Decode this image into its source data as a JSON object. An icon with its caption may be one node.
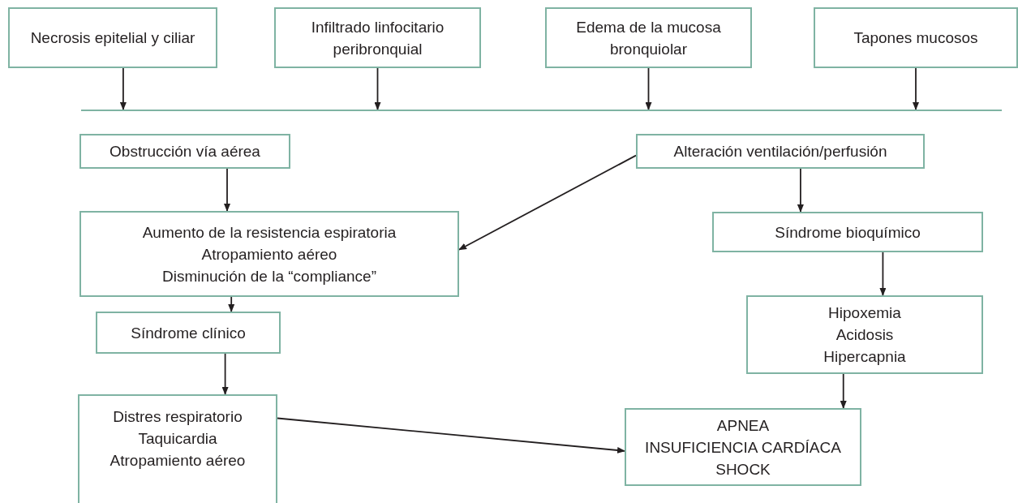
{
  "diagram": {
    "nodes": [
      {
        "text": [
          "Necrosis epitelial y ciliar"
        ]
      },
      {
        "text": [
          "Infiltrado linfocitario peribronquial"
        ]
      },
      {
        "text": [
          "Edema de la mucosa bronquiolar"
        ]
      },
      {
        "text": [
          "Tapones mucosos"
        ]
      },
      {
        "text": [],
        "shape": "bar"
      },
      {
        "text": [
          "Obstrucción vía aérea"
        ]
      },
      {
        "text": [
          "Alteración ventilación/perfusión"
        ]
      },
      {
        "text": [
          "Aumento de la resistencia espiratoria",
          "Atropamiento aéreo",
          "Disminución de la “compliance”"
        ]
      },
      {
        "text": [
          "Síndrome bioquímico"
        ]
      },
      {
        "text": [
          "Síndrome clínico"
        ]
      },
      {
        "text": [
          "Hipoxemia",
          "Acidosis",
          "Hipercapnia"
        ]
      },
      {
        "text": [
          "Distres respiratorio",
          "Taquicardia",
          "Atropamiento aéreo"
        ]
      },
      {
        "text": [
          "APNEA",
          "INSUFICIENCIA CARDÍACA",
          "SHOCK"
        ]
      }
    ],
    "edges": [
      {
        "from": 0,
        "to": 4,
        "arrow": "to"
      },
      {
        "from": 1,
        "to": 4,
        "arrow": "to"
      },
      {
        "from": 2,
        "to": 4,
        "arrow": "to"
      },
      {
        "from": 3,
        "to": 4,
        "arrow": "to"
      },
      {
        "from": 5,
        "to": 7,
        "arrow": "to"
      },
      {
        "from": 6,
        "to": 7,
        "arrow": "to"
      },
      {
        "from": 6,
        "to": 8,
        "arrow": "to"
      },
      {
        "from": 7,
        "to": 9,
        "arrow": "to"
      },
      {
        "from": 8,
        "to": 10,
        "arrow": "to"
      },
      {
        "from": 9,
        "to": 11,
        "arrow": "to"
      },
      {
        "from": 10,
        "to": 12,
        "arrow": "to"
      },
      {
        "from": 11,
        "to": 12,
        "arrow": "to"
      }
    ]
  }
}
